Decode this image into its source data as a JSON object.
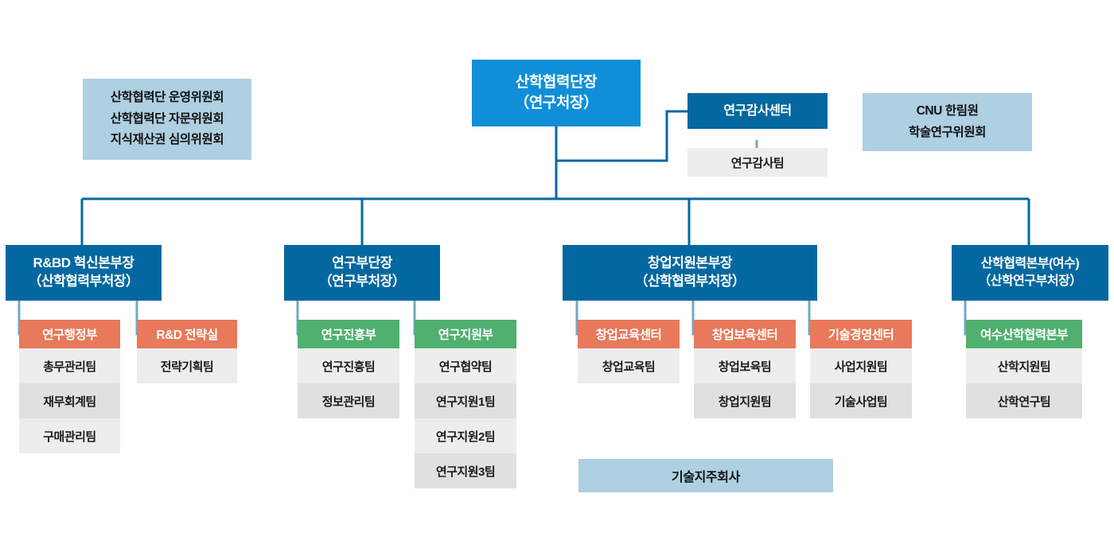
{
  "org": {
    "exec": {
      "line1": "산학협력단장",
      "line2": "（연구처장）"
    },
    "committees_left": {
      "lines": [
        "산학협력단 운영위원회",
        "산학협력단 자문위원회",
        "지식재산권 심의위원회"
      ]
    },
    "committees_right": {
      "lines": [
        "CNU 한림원",
        "학술연구위원회"
      ]
    },
    "audit": {
      "title": "연구감사센터",
      "team": "연구감사팀"
    },
    "holding_company": {
      "label": "기술지주회사"
    },
    "branches": [
      {
        "head_line1": "R&BD 혁신본부장",
        "head_line2": "（산학협력부처장）",
        "departments": [
          {
            "name": "연구행정부",
            "color": "orange",
            "teams": [
              "총무관리팀",
              "재무회계팀",
              "구매관리팀"
            ]
          },
          {
            "name": "R&D 전략실",
            "color": "orange",
            "teams": [
              "전략기획팀"
            ]
          }
        ]
      },
      {
        "head_line1": "연구부단장",
        "head_line2": "（연구부처장）",
        "departments": [
          {
            "name": "연구진흥부",
            "color": "green",
            "teams": [
              "연구진흥팀",
              "정보관리팀"
            ]
          },
          {
            "name": "연구지원부",
            "color": "green",
            "teams": [
              "연구협약팀",
              "연구지원1팀",
              "연구지원2팀",
              "연구지원3팀"
            ]
          }
        ]
      },
      {
        "head_line1": "창업지원본부장",
        "head_line2": "（산학협력부처장）",
        "departments": [
          {
            "name": "창업교육센터",
            "color": "orange",
            "teams": [
              "창업교육팀"
            ]
          },
          {
            "name": "창업보육센터",
            "color": "orange",
            "teams": [
              "창업보육팀",
              "창업지원팀"
            ]
          },
          {
            "name": "기술경영센터",
            "color": "orange",
            "teams": [
              "사업지원팀",
              "기술사업팀"
            ]
          }
        ]
      },
      {
        "head_line1": "산학협력본부(여수)",
        "head_line2": "（산학연구부처장）",
        "departments": [
          {
            "name": "여수산학협력본부",
            "color": "green",
            "teams": [
              "산학지원팀",
              "산학연구팀"
            ]
          }
        ]
      }
    ],
    "colors": {
      "exec_blue": "#108FD8",
      "head_blue": "#0468A0",
      "committee_blue": "#AFCFE2",
      "dept_orange": "#E8795A",
      "dept_green": "#4FB06F",
      "team_grey": "#EDEDED",
      "team_grey_alt": "#E0E0E0",
      "connector": "#0468A0",
      "connector_light": "#6FA8C8"
    }
  }
}
